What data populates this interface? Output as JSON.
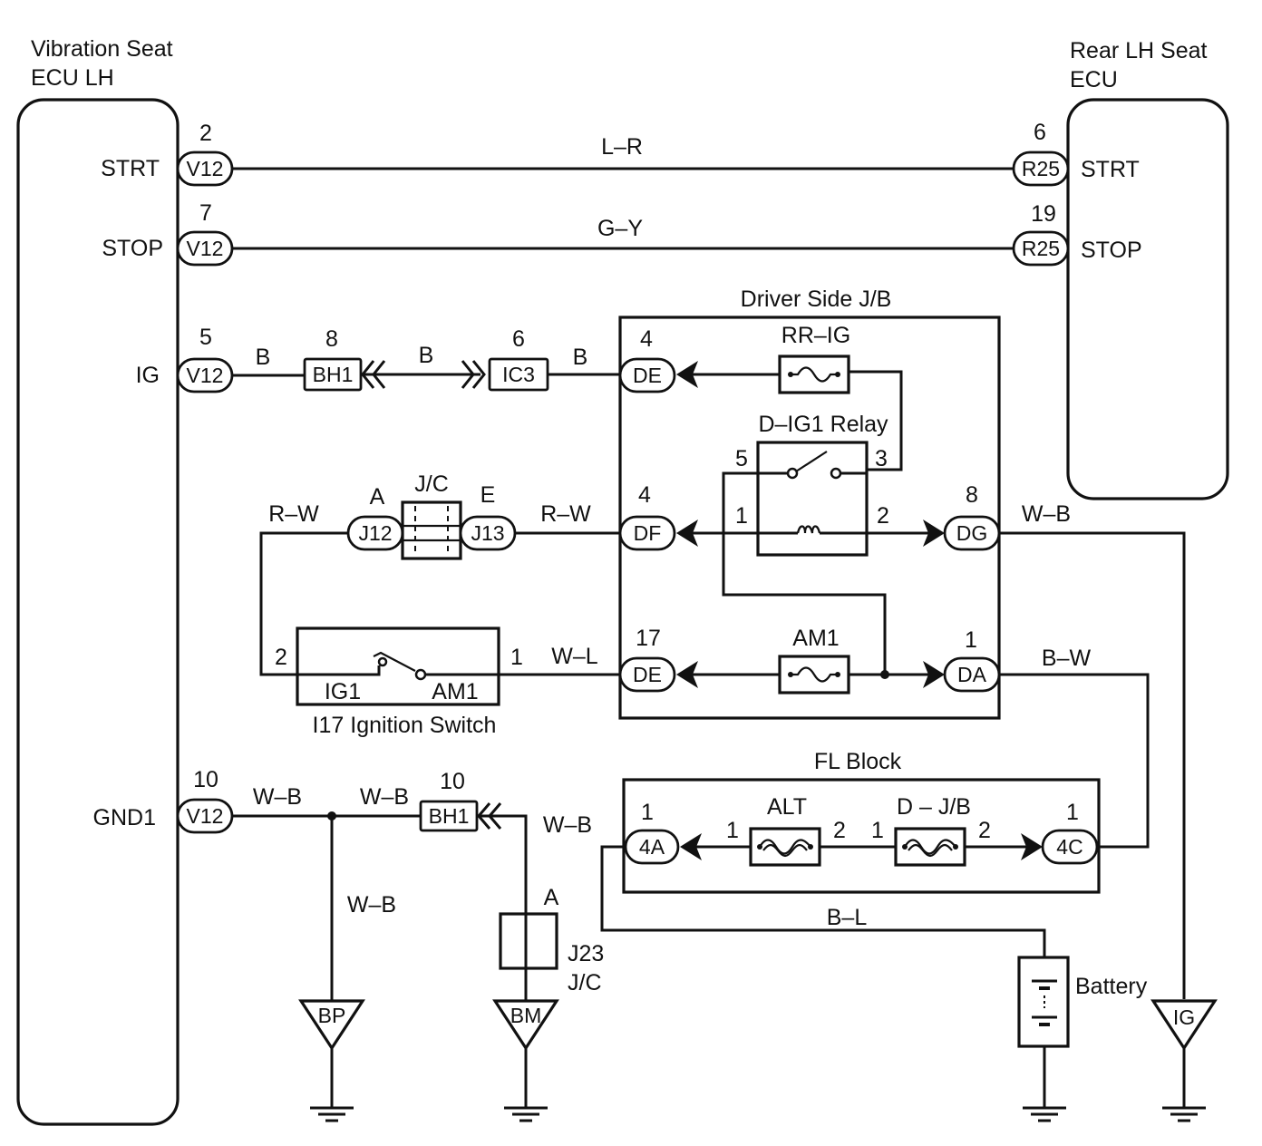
{
  "components": {
    "ecu_vibration": {
      "title_line1": "Vibration Seat",
      "title_line2": "ECU LH",
      "pins": {
        "strt": "STRT",
        "stop": "STOP",
        "ig": "IG",
        "gnd1": "GND1"
      }
    },
    "ecu_rear": {
      "title_line1": "Rear LH Seat",
      "title_line2": "ECU",
      "pins": {
        "strt": "STRT",
        "stop": "STOP"
      }
    },
    "driver_jb": {
      "title": "Driver Side J/B",
      "fuse_rr_ig": "RR–IG",
      "relay": "D–IG1 Relay",
      "fuse_am1": "AM1"
    },
    "ignition_switch": {
      "title": "I17 Ignition Switch",
      "ig1": "IG1",
      "am1": "AM1"
    },
    "jc_top": {
      "label": "J/C",
      "side_a": "A",
      "side_e": "E"
    },
    "fl_block": {
      "title": "FL Block",
      "fuse_alt": "ALT",
      "fuse_djb": "D – J/B"
    },
    "jc_j23": {
      "label1": "J23",
      "label2": "J/C",
      "side": "A"
    },
    "battery": {
      "label": "Battery"
    }
  },
  "connectors": {
    "v12_strt": {
      "code": "V12",
      "pin": "2"
    },
    "v12_stop": {
      "code": "V12",
      "pin": "7"
    },
    "v12_ig": {
      "code": "V12",
      "pin": "5"
    },
    "v12_gnd": {
      "code": "V12",
      "pin": "10"
    },
    "r25_strt": {
      "code": "R25",
      "pin": "6"
    },
    "r25_stop": {
      "code": "R25",
      "pin": "19"
    },
    "bh1_ig": {
      "code": "BH1",
      "pin": "8"
    },
    "ic3": {
      "code": "IC3",
      "pin": "6"
    },
    "de_top": {
      "code": "DE",
      "pin": "4"
    },
    "df": {
      "code": "DF",
      "pin": "4"
    },
    "dg": {
      "code": "DG",
      "pin": "8"
    },
    "de_bottom": {
      "code": "DE",
      "pin": "17"
    },
    "da": {
      "code": "DA",
      "pin": "1"
    },
    "j12": {
      "code": "J12"
    },
    "j13": {
      "code": "J13"
    },
    "bh1_gnd": {
      "code": "BH1",
      "pin": "10"
    },
    "c4a": {
      "code": "4A",
      "pin": "1"
    },
    "c4c": {
      "code": "4C",
      "pin": "1"
    }
  },
  "pin_numbers": {
    "relay_5": "5",
    "relay_3": "3",
    "relay_1": "1",
    "relay_2": "2",
    "switch_2": "2",
    "switch_1": "1",
    "alt_1": "1",
    "alt_2": "2",
    "djb_1": "1",
    "djb_2": "2"
  },
  "wires": {
    "strt": "L–R",
    "stop": "G–Y",
    "ig_1": "B",
    "ig_2": "B",
    "ig_3": "B",
    "rw_left": "R–W",
    "rw_right": "R–W",
    "dg_out": "W–B",
    "wl": "W–L",
    "da_out": "B–W",
    "gnd_1": "W–B",
    "gnd_2": "W–B",
    "gnd_3": "W–B",
    "gnd_down": "W–B",
    "bl": "B–L"
  },
  "grounds": {
    "bp": "BP",
    "bm": "BM",
    "ig": "IG"
  }
}
